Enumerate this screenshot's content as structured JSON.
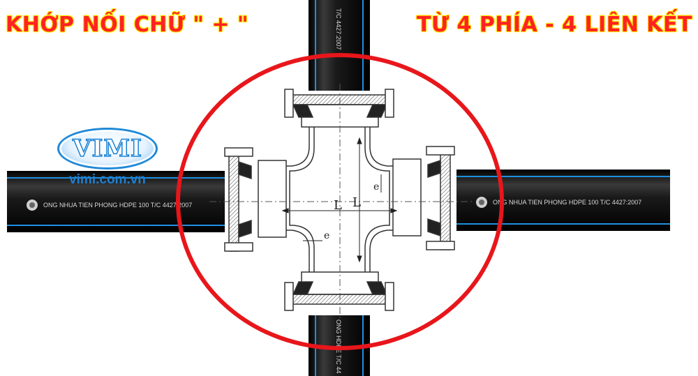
{
  "titles": {
    "left": "KHỚP NỐI CHỮ \" + \"",
    "right": "TỪ 4 PHÍA - 4 LIÊN KẾT"
  },
  "logo": {
    "brand": "VIMI",
    "url": "vimi.com.vn"
  },
  "pipes": {
    "label_horizontal": "ONG NHUA TIEN PHONG HDPE 100 T/C 4427:2007",
    "label_top": "T/C 4427:2007",
    "label_bottom": "ONG HDPE T/C 44"
  },
  "dimensions": {
    "length_h": "L",
    "length_v": "L",
    "wall_top": "e",
    "wall_bottom": "e"
  },
  "colors": {
    "highlight_circle": "#e8161b",
    "pipe_body": "#1a1a1a",
    "pipe_stripe": "#1e8fe0"
  }
}
